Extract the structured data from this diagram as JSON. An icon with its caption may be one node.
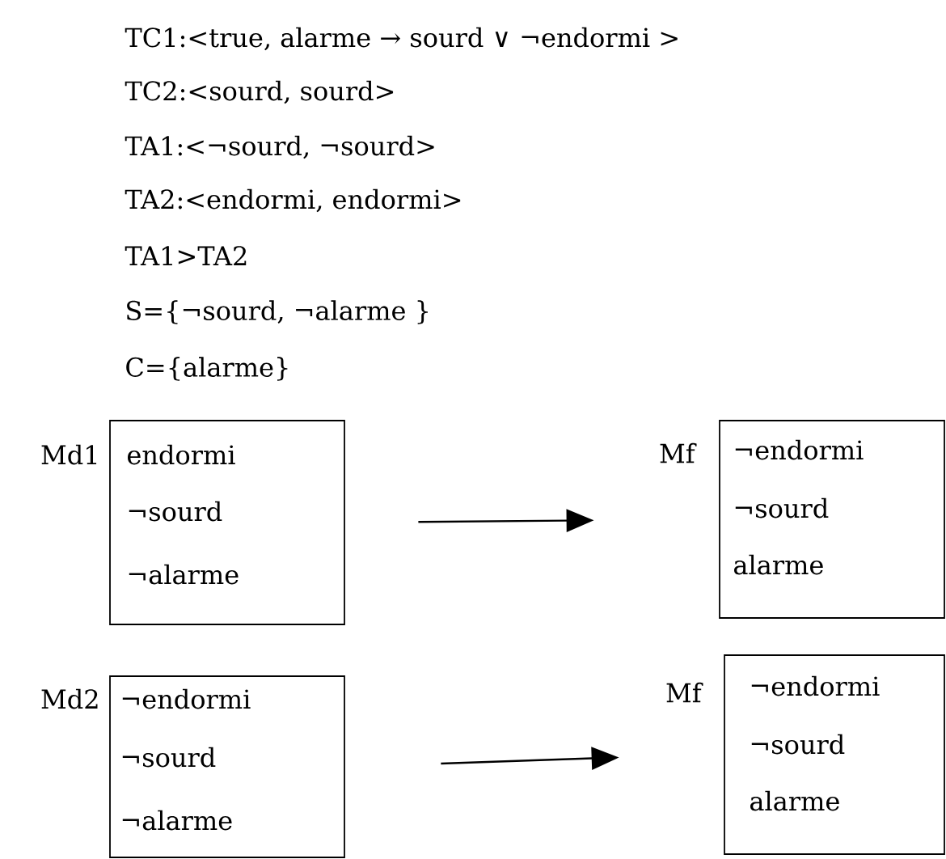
{
  "diagram": {
    "nodes": [
      {
        "text": [
          "Md1",
          "endormi",
          "¬sourd",
          "¬alarme"
        ]
      },
      {
        "text": [
          "Mf",
          "¬endormi",
          "¬sourd",
          "alarme"
        ]
      },
      {
        "text": [
          "Md2",
          "¬endormi",
          "¬sourd",
          "¬alarme"
        ]
      },
      {
        "text": [
          "Mf",
          "¬endormi",
          "¬sourd",
          "alarme"
        ]
      }
    ],
    "edges": [
      {
        "from": 0,
        "to": 1,
        "arrow": "to"
      },
      {
        "from": 2,
        "to": 3,
        "arrow": "to"
      }
    ],
    "labels": [
      "TC1:<true,  alarme → sourd ∨ ¬endormi >",
      "TC2:<sourd, sourd>",
      "TA1:<¬sourd, ¬sourd>",
      "TA2:<endormi, endormi>",
      "TA1>TA2",
      "S={¬sourd, ¬alarme }",
      "C={alarme}"
    ]
  }
}
